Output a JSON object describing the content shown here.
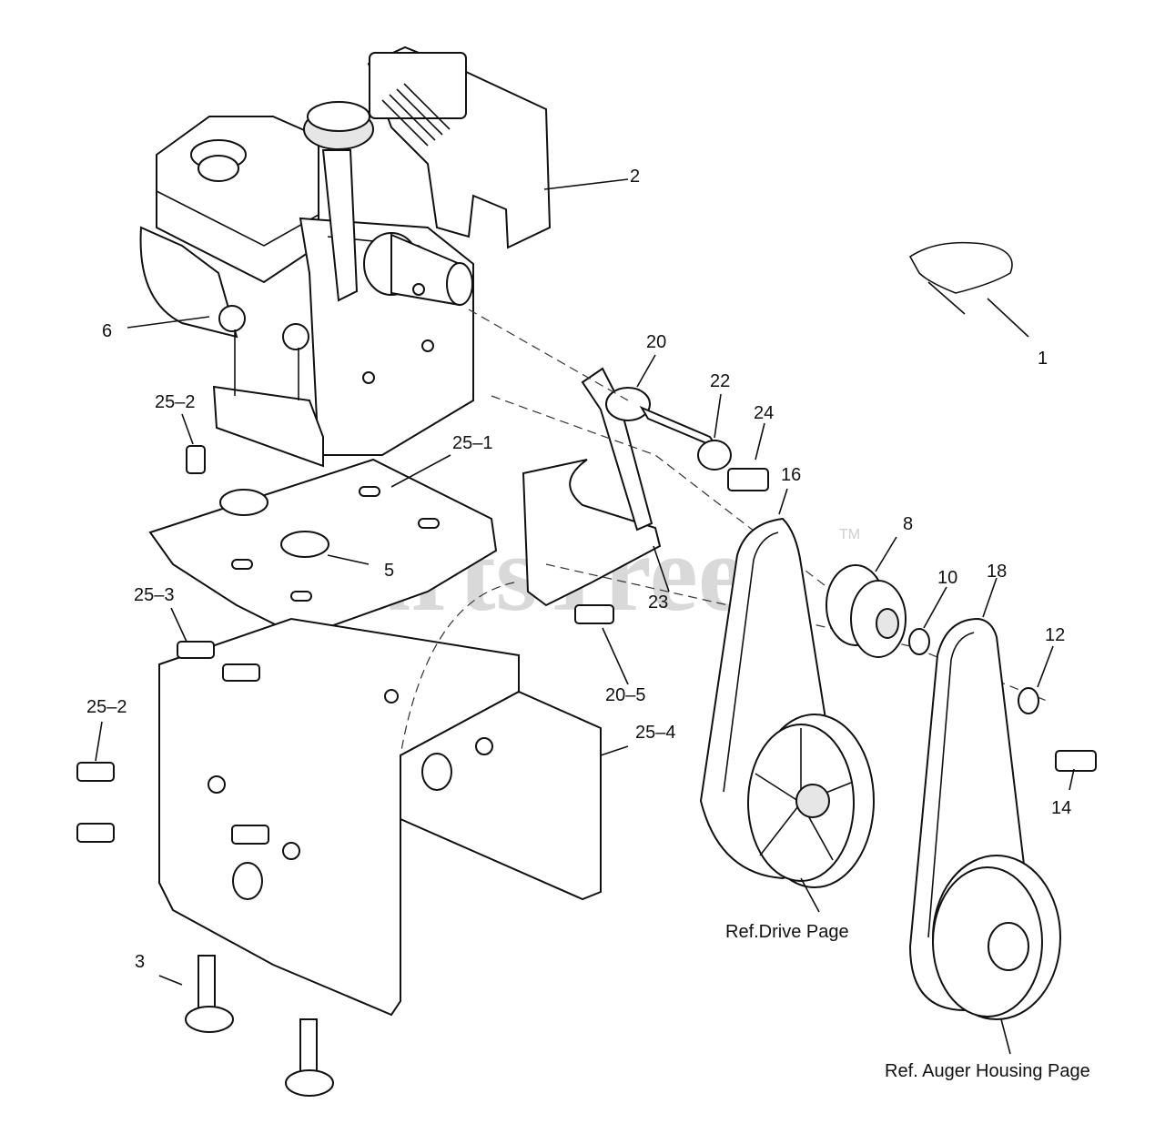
{
  "watermark": {
    "text": "PartsTree",
    "tm": "TM"
  },
  "callouts": {
    "c1": "1",
    "c2": "2",
    "c3": "3",
    "c5": "5",
    "c6": "6",
    "c8": "8",
    "c10": "10",
    "c12": "12",
    "c14": "14",
    "c16": "16",
    "c18": "18",
    "c20": "20",
    "c22": "22",
    "c23": "23",
    "c24": "24",
    "c20_5": "20–5",
    "c25_1": "25–1",
    "c25_2a": "25–2",
    "c25_2b": "25–2",
    "c25_3": "25–3",
    "c25_4": "25–4"
  },
  "references": {
    "drive": "Ref.Drive Page",
    "auger": "Ref. Auger Housing Page"
  }
}
